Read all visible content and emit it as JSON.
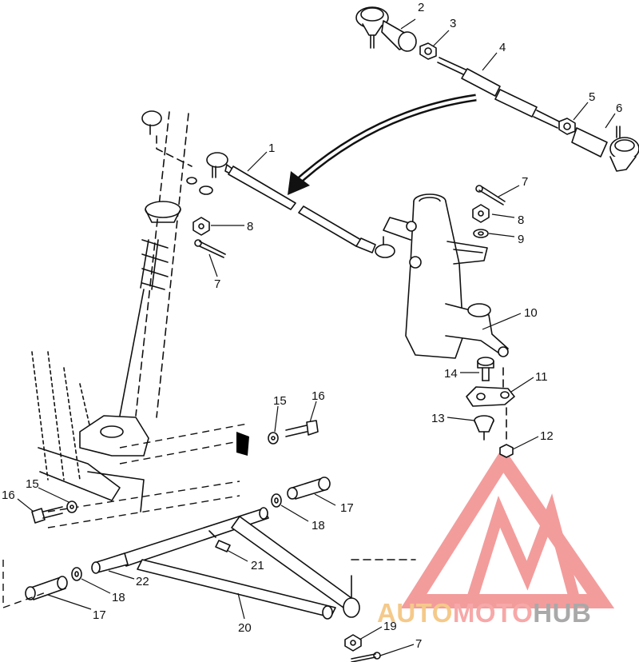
{
  "callouts": [
    {
      "id": "c1",
      "label": "1"
    },
    {
      "id": "c2",
      "label": "2"
    },
    {
      "id": "c3",
      "label": "3"
    },
    {
      "id": "c4",
      "label": "4"
    },
    {
      "id": "c5",
      "label": "5"
    },
    {
      "id": "c6",
      "label": "6"
    },
    {
      "id": "c7a",
      "label": "7"
    },
    {
      "id": "c8a",
      "label": "8"
    },
    {
      "id": "c9",
      "label": "9"
    },
    {
      "id": "c8b",
      "label": "8"
    },
    {
      "id": "c7b",
      "label": "7"
    },
    {
      "id": "c10",
      "label": "10"
    },
    {
      "id": "c14",
      "label": "14"
    },
    {
      "id": "c11",
      "label": "11"
    },
    {
      "id": "c13",
      "label": "13"
    },
    {
      "id": "c12",
      "label": "12"
    },
    {
      "id": "c15a",
      "label": "15"
    },
    {
      "id": "c16a",
      "label": "16"
    },
    {
      "id": "c15b",
      "label": "15"
    },
    {
      "id": "c16b",
      "label": "16"
    },
    {
      "id": "c17a",
      "label": "17"
    },
    {
      "id": "c18a",
      "label": "18"
    },
    {
      "id": "c21",
      "label": "21"
    },
    {
      "id": "c22",
      "label": "22"
    },
    {
      "id": "c18b",
      "label": "18"
    },
    {
      "id": "c17b",
      "label": "17"
    },
    {
      "id": "c20",
      "label": "20"
    },
    {
      "id": "c19",
      "label": "19"
    },
    {
      "id": "c7c",
      "label": "7"
    }
  ],
  "watermark": {
    "part1": "AUTO",
    "part2": "MOTO",
    "part3": "HUB",
    "color1": "#f5c98a",
    "color2": "#f7a8a8",
    "color3": "#a9a9a9",
    "logo_color": "#f28b8b"
  }
}
